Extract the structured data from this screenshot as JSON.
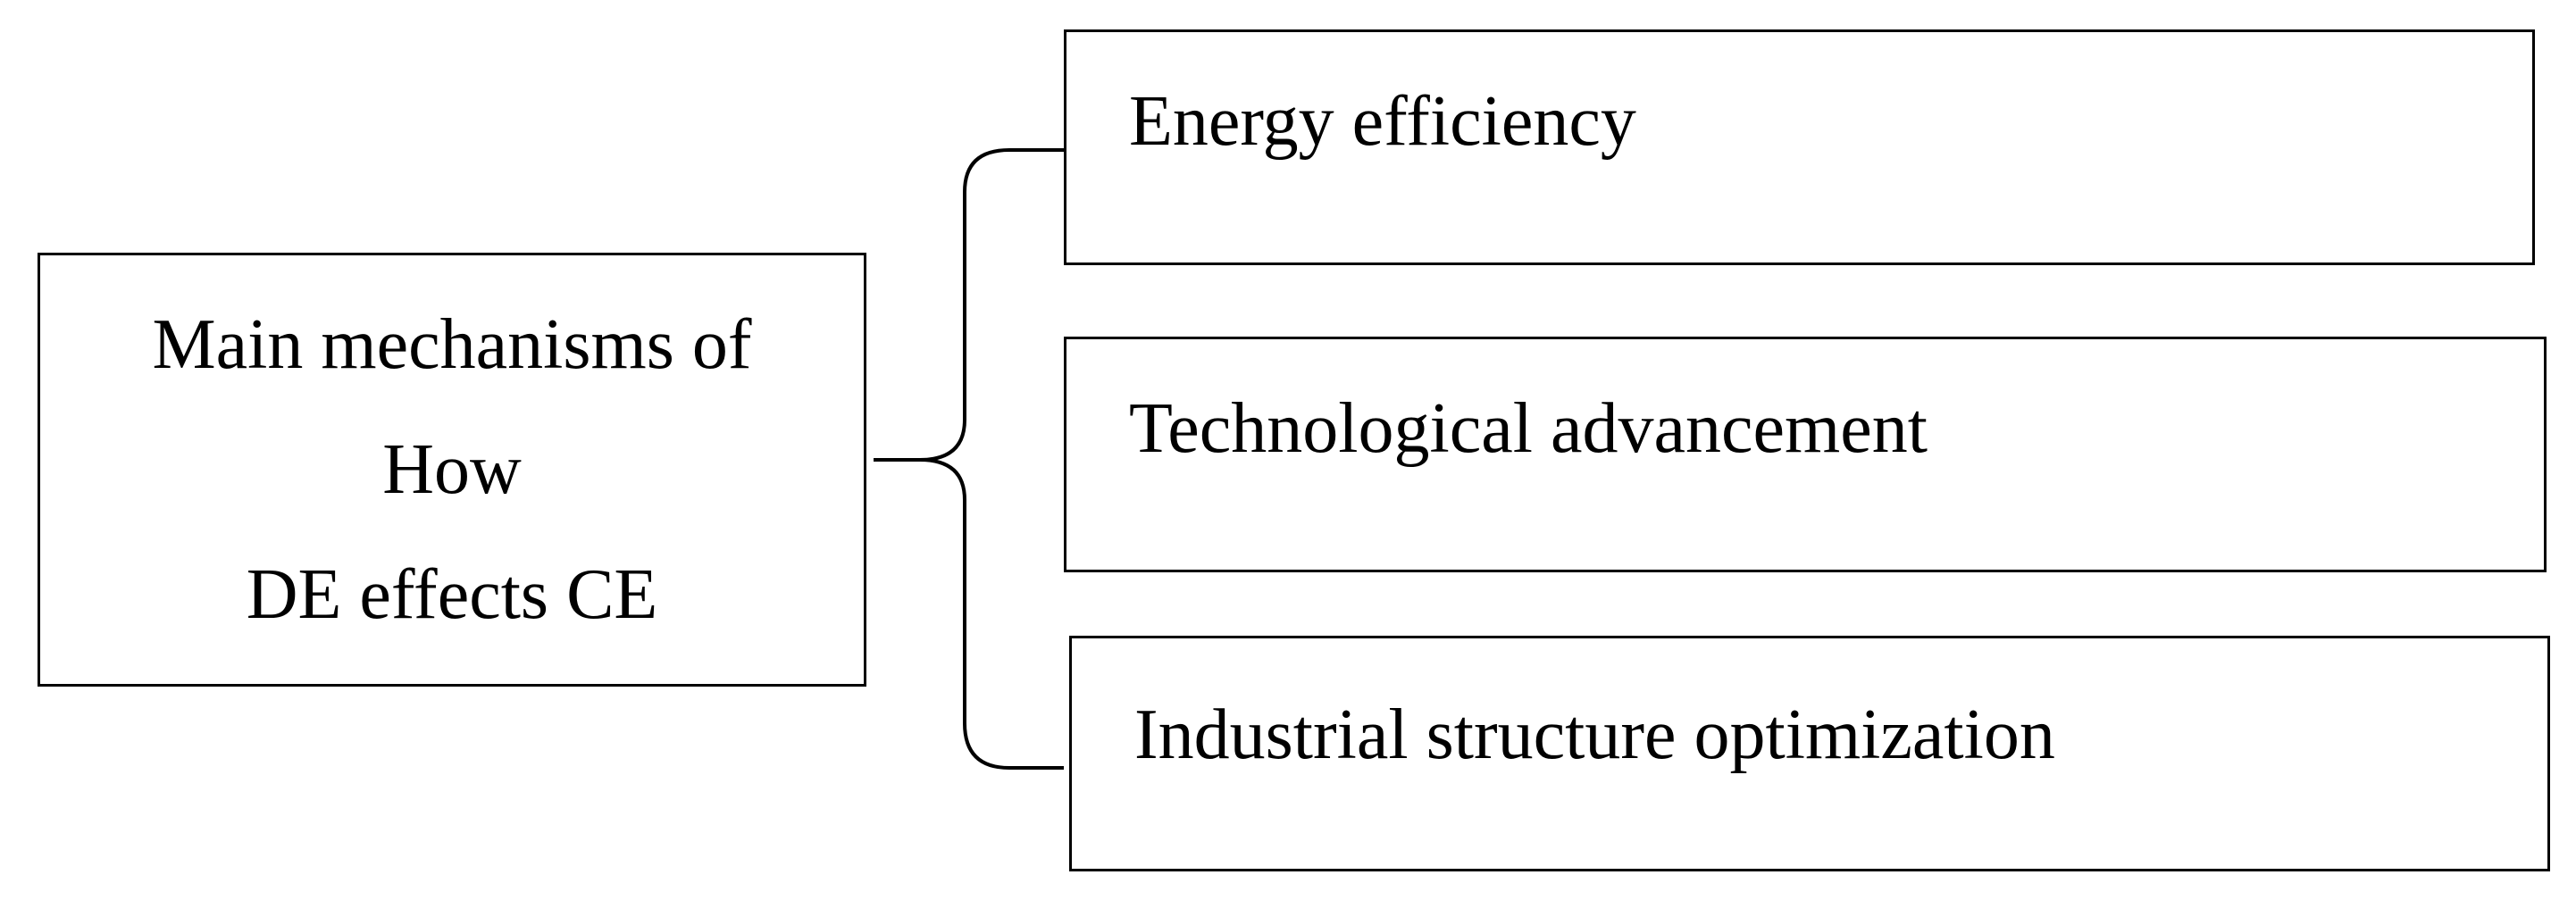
{
  "root": {
    "lines": [
      "Main mechanisms of",
      "How",
      "DE effects CE"
    ]
  },
  "mechanisms": [
    {
      "label": "Energy efficiency"
    },
    {
      "label": "Technological advancement"
    },
    {
      "label": "Industrial structure optimization"
    }
  ],
  "colors": {
    "stroke": "#000000",
    "background": "#ffffff"
  }
}
